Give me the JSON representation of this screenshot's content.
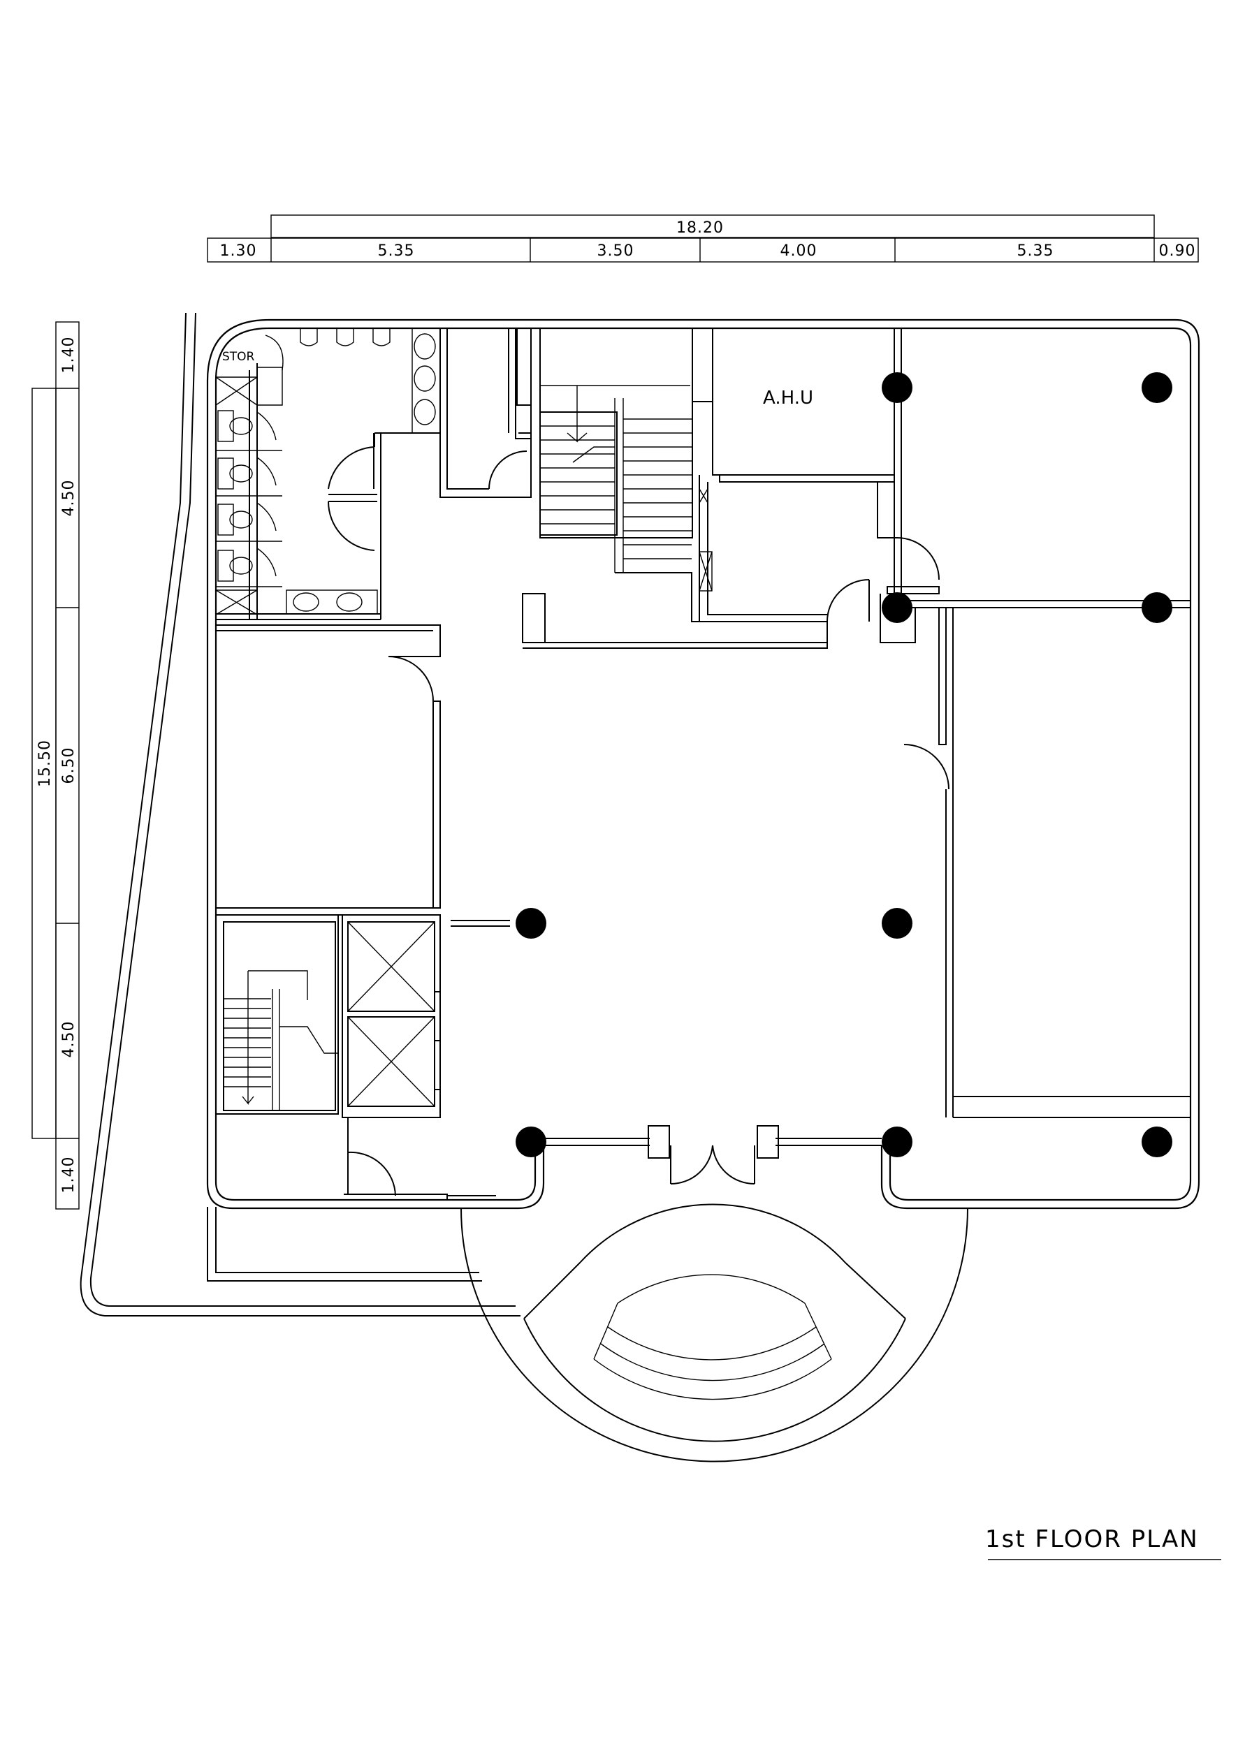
{
  "title": "1st FLOOR PLAN",
  "labels": {
    "stor": "STOR",
    "ahu": "A.H.U"
  },
  "dimensions": {
    "top_total": "18.20",
    "top_segments": [
      "1.30",
      "5.35",
      "3.50",
      "4.00",
      "5.35",
      "0.90"
    ],
    "left_total": "15.50",
    "left_segments": [
      "1.40",
      "4.50",
      "6.50",
      "4.50",
      "1.40"
    ]
  }
}
